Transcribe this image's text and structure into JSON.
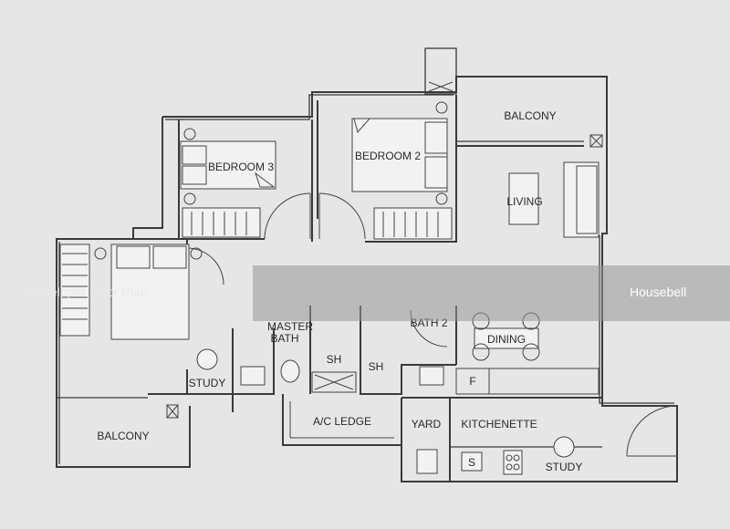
{
  "rooms": {
    "balcony_top": "BALCONY",
    "bedroom3": "BEDROOM 3",
    "bedroom2": "BEDROOM 2",
    "living": "LIVING",
    "master_bath_1": "MASTER",
    "master_bath_2": "BATH",
    "sh_left": "SH",
    "sh_right": "SH",
    "bath2": "BATH 2",
    "dining": "DINING",
    "study_left": "STUDY",
    "balcony_bottom": "BALCONY",
    "ac_ledge": "A/C LEDGE",
    "yard": "YARD",
    "kitchenette": "KITCHENETTE",
    "fridge": "F",
    "sink": "S",
    "study_right": "STUDY"
  },
  "watermark": {
    "brand": "Housebell",
    "left_text": "Developer Floor Plan"
  }
}
